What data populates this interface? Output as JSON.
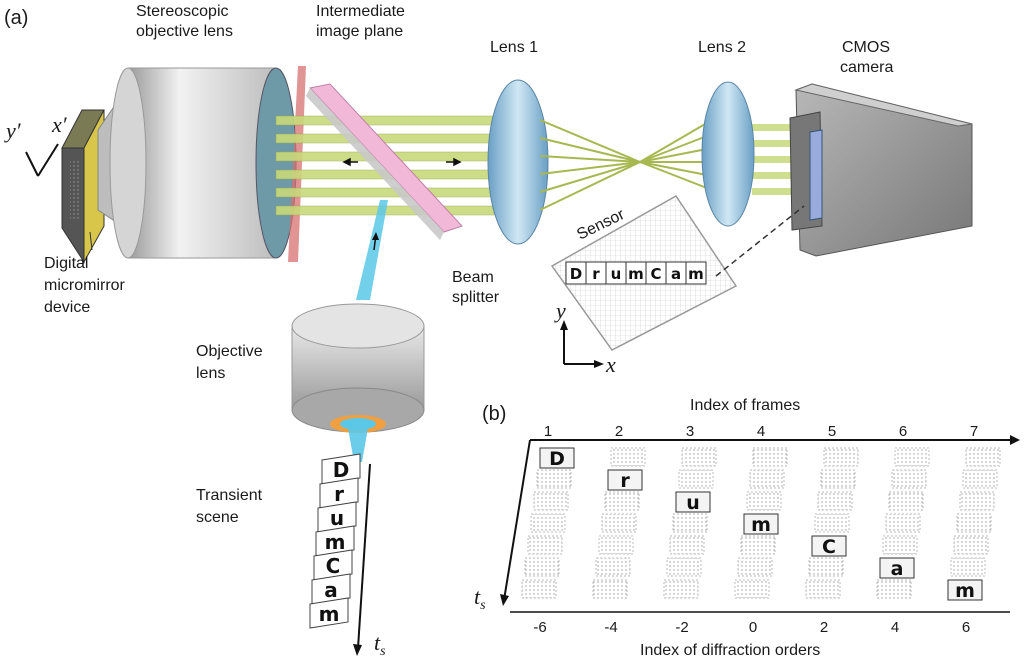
{
  "panel_a": {
    "tag": "(a)",
    "objective_label": [
      "Stereoscopic",
      "objective lens"
    ],
    "intermediate_label": [
      "Intermediate",
      "image plane"
    ],
    "lens1_label": "Lens 1",
    "lens2_label": "Lens 2",
    "camera_label": [
      "CMOS",
      "camera"
    ],
    "dmd_label": [
      "Digital",
      "micromirror",
      "device"
    ],
    "splitter_label": [
      "Beam",
      "splitter"
    ],
    "objective2_label": [
      "Objective",
      "lens"
    ],
    "scene_label": [
      "Transient",
      "scene"
    ],
    "sensor_label": "Sensor",
    "sensor_letters": [
      "D",
      "r",
      "u",
      "m",
      "C",
      "a",
      "m"
    ],
    "scene_letters": [
      "D",
      "r",
      "u",
      "m",
      "C",
      "a",
      "m"
    ],
    "axis_y_prime": "y′",
    "axis_x_prime": "x′",
    "axis_y": "y",
    "axis_x": "x",
    "axis_ts": "t",
    "axis_ts_sub": "s"
  },
  "panel_b": {
    "tag": "(b)",
    "top_axis_title": "Index of frames",
    "frame_indices": [
      "1",
      "2",
      "3",
      "4",
      "5",
      "6",
      "7"
    ],
    "bottom_axis_title": "Index of diffraction orders",
    "order_indices": [
      "-6",
      "-4",
      "-2",
      "0",
      "2",
      "4",
      "6"
    ],
    "highlight_letters": [
      "D",
      "r",
      "u",
      "m",
      "C",
      "a",
      "m"
    ],
    "axis_ts": "t",
    "axis_ts_sub": "s"
  },
  "colors": {
    "beam_green": "#c8d97a",
    "beam_blue": "#5bc8e8",
    "lens_blue": "#a8cfe6",
    "splitter_pink": "#f2b8d8",
    "plane_red": "#d67070",
    "orange_ring": "#f0a040"
  }
}
